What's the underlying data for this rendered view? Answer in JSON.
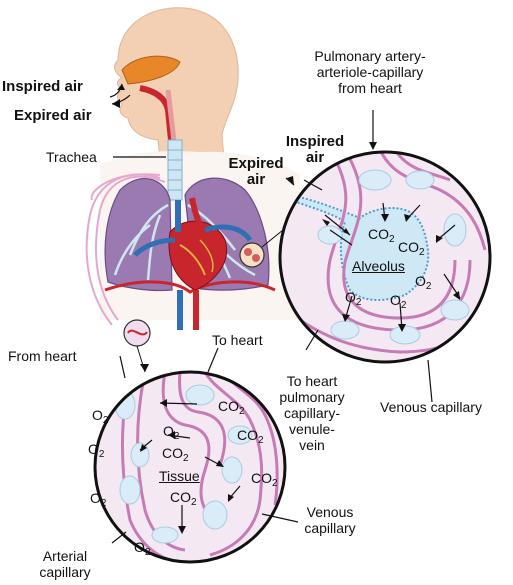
{
  "labels": {
    "inspired_air_left": "Inspired air",
    "expired_air_left": "Expired air",
    "trachea": "Trachea",
    "pulmonary_artery_line1": "Pulmonary artery-",
    "pulmonary_artery_line2": "arteriole-capillary",
    "pulmonary_artery_line3": "from heart",
    "inspired_air_right_line1": "Inspired",
    "inspired_air_right_line2": "air",
    "expired_air_right_line1": "Expired",
    "expired_air_right_line2": "air",
    "alveolus": "Alveolus",
    "from_heart": "From heart",
    "to_heart": "To heart",
    "to_heart_pulmonary_line1": "To heart",
    "to_heart_pulmonary_line2": "pulmonary",
    "to_heart_pulmonary_line3": "capillary-",
    "to_heart_pulmonary_line4": "venule-",
    "to_heart_pulmonary_line5": "vein",
    "venous_capillary_right": "Venous capillary",
    "tissue": "Tissue",
    "venous_capillary_bottom_line1": "Venous",
    "venous_capillary_bottom_line2": "capillary",
    "arterial_capillary_line1": "Arterial",
    "arterial_capillary_line2": "capillary"
  },
  "gases": {
    "co": "CO",
    "o": "O",
    "sub": "2"
  },
  "colors": {
    "capillary_pink": "#c77bb5",
    "capillary_fill": "#f2dcef",
    "alveolus_blue": "#bfe0f0",
    "artery_red": "#c8262c",
    "vein_blue": "#2f6fb5",
    "lung_purple": "#9a7ab0"
  }
}
